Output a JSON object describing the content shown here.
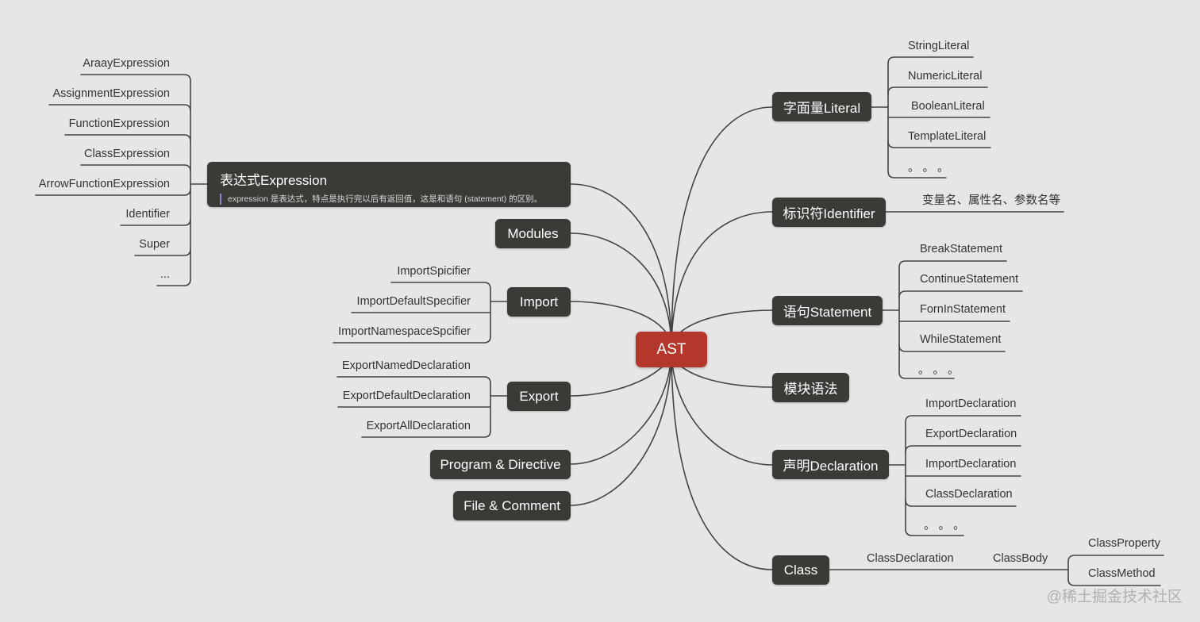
{
  "root": {
    "label": "AST"
  },
  "left": {
    "expression": {
      "title": "表达式Expression",
      "note": "expression 是表达式，特点是执行完以后有返回值，这是和语句 (statement) 的区别。",
      "children": [
        "AraayExpression",
        "AssignmentExpression",
        "FunctionExpression",
        "ClassExpression",
        "ArrowFunctionExpression",
        "Identifier",
        "Super",
        "..."
      ]
    },
    "modules": {
      "label": "Modules"
    },
    "import": {
      "label": "Import",
      "children": [
        "ImportSpicifier",
        "ImportDefaultSpecifier",
        "ImportNamespaceSpcifier"
      ]
    },
    "export": {
      "label": "Export",
      "children": [
        "ExportNamedDeclaration",
        "ExportDefaultDeclaration",
        "ExportAllDeclaration"
      ]
    },
    "program": {
      "label": "Program & Directive"
    },
    "file": {
      "label": "File & Comment"
    }
  },
  "right": {
    "literal": {
      "label": "字面量Literal",
      "children": [
        "StringLiteral",
        "NumericLiteral",
        "BooleanLiteral",
        "TemplateLiteral",
        "。 。 。"
      ]
    },
    "identifier": {
      "label": "标识符Identifier",
      "children": [
        "变量名、属性名、参数名等"
      ]
    },
    "statement": {
      "label": "语句Statement",
      "children": [
        "BreakStatement",
        "ContinueStatement",
        "FornInStatement",
        "WhileStatement",
        "。 。 。"
      ]
    },
    "module_syntax": {
      "label": "模块语法"
    },
    "declaration": {
      "label": "声明Declaration",
      "children": [
        "ImportDeclaration",
        "ExportDeclaration",
        "ImportDeclaration",
        "ClassDeclaration",
        "。 。 。"
      ]
    },
    "class": {
      "label": "Class",
      "declaration": "ClassDeclaration",
      "body": "ClassBody",
      "members": [
        "ClassProperty",
        "ClassMethod"
      ]
    }
  },
  "watermark": "@稀土掘金技术社区",
  "colors": {
    "root": "#b3372a",
    "node": "#3a3a37",
    "line": "#444444",
    "background": "#e6e6e6"
  }
}
